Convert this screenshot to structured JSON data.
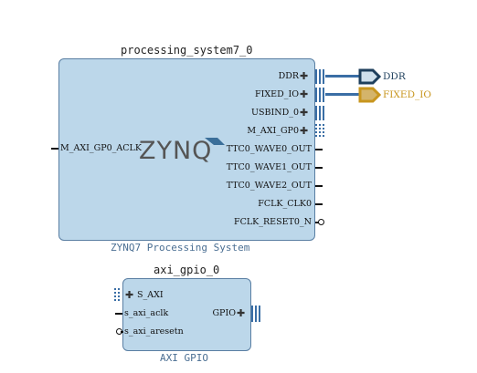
{
  "zynq_block": {
    "instance_name": "processing_system7_0",
    "subtitle": "ZYNQ7 Processing System",
    "logo_text": "ZYNQ",
    "left_ports": [
      "M_AXI_GP0_ACLK"
    ],
    "right_ports": [
      "DDR",
      "FIXED_IO",
      "USBIND_0",
      "M_AXI_GP0",
      "TTC0_WAVE0_OUT",
      "TTC0_WAVE1_OUT",
      "TTC0_WAVE2_OUT",
      "FCLK_CLK0",
      "FCLK_RESET0_N"
    ]
  },
  "external_ports": {
    "ddr": {
      "label": "DDR",
      "color": "#1e3f5c"
    },
    "fixed_io": {
      "label": "FIXED_IO",
      "color": "#c8961e"
    }
  },
  "gpio_block": {
    "instance_name": "axi_gpio_0",
    "subtitle": "AXI GPIO",
    "left_ports": [
      "S_AXI",
      "s_axi_aclk",
      "s_axi_aresetn"
    ],
    "right_ports": [
      "GPIO"
    ]
  },
  "colors": {
    "block_fill": "#bcd7ea",
    "block_border": "#5a7fa3",
    "bus": "#3a6ea5"
  }
}
